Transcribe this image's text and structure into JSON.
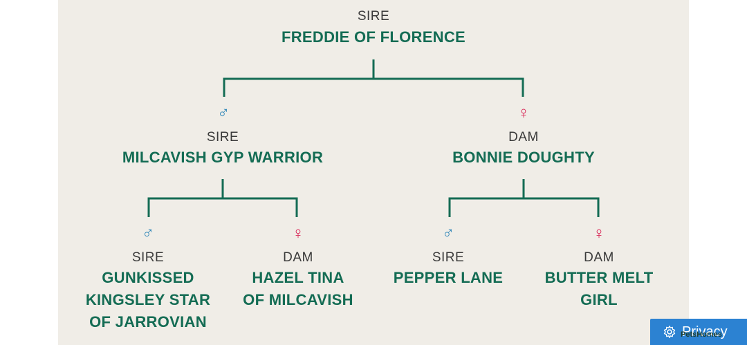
{
  "colors": {
    "panel_bg": "#f0ede7",
    "line": "#146c54",
    "name_text": "#146c54",
    "role_text": "#3a3a3a",
    "male_icon": "#2e86b8",
    "female_icon": "#d92b5a",
    "privacy_bg": "#2c82d2"
  },
  "root": {
    "role": "SIRE",
    "name": "FREDDIE OF FLORENCE"
  },
  "level1": [
    {
      "role": "SIRE",
      "name": "MILCAVISH GYP WARRIOR",
      "icon": "male-icon",
      "glyph": "♂"
    },
    {
      "role": "DAM",
      "name": "BONNIE DOUGHTY",
      "icon": "female-icon",
      "glyph": "♀"
    }
  ],
  "level2": [
    {
      "role": "SIRE",
      "name": "GUNKISSED KINGSLEY STAR OF JARROVIAN",
      "icon": "male-icon",
      "glyph": "♂"
    },
    {
      "role": "DAM",
      "name": "HAZEL TINA OF MILCAVISH",
      "icon": "female-icon",
      "glyph": "♀"
    },
    {
      "role": "SIRE",
      "name": "PEPPER LANE",
      "icon": "male-icon",
      "glyph": "♂"
    },
    {
      "role": "DAM",
      "name": "BUTTER MELT GIRL",
      "icon": "female-icon",
      "glyph": "♀"
    }
  ],
  "privacy": {
    "label": "Privacy",
    "icon": "gear-icon"
  },
  "watermark": {
    "text": "PetsHomes"
  }
}
